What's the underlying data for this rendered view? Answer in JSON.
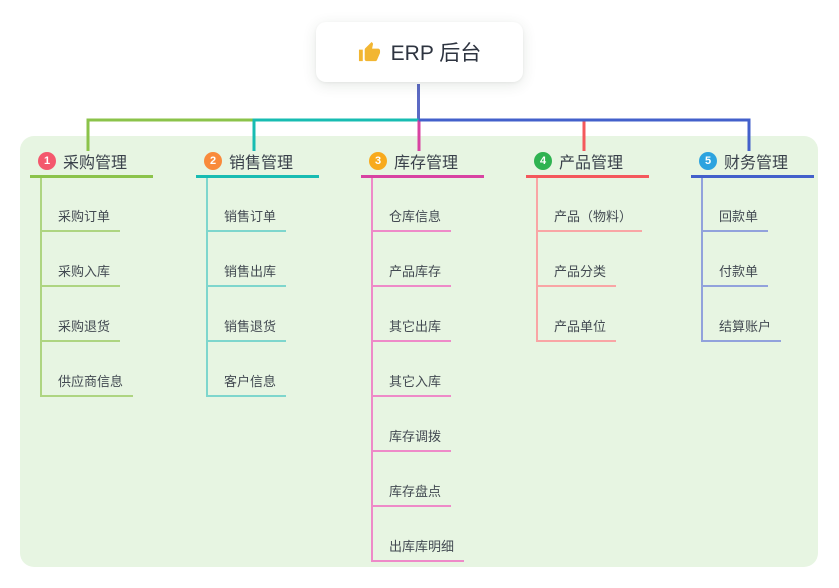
{
  "canvas": {
    "background": "#ffffff",
    "panel_color": "#e7f5e2"
  },
  "root": {
    "label": "ERP 后台",
    "icon": "thumbs-up-icon",
    "icon_color": "#f2b632",
    "text_color": "#2e3440",
    "trunk_line_color": "#5c6ac4"
  },
  "branches": [
    {
      "number": "1",
      "label": "采购管理",
      "badge_color": "#f4586d",
      "line_color": "#8bc34a",
      "child_line_color": "#aed581",
      "children": [
        "采购订单",
        "采购入库",
        "采购退货",
        "供应商信息"
      ]
    },
    {
      "number": "2",
      "label": "销售管理",
      "badge_color": "#f98a3b",
      "line_color": "#18bcb2",
      "child_line_color": "#7ed6cd",
      "children": [
        "销售订单",
        "销售出库",
        "销售退货",
        "客户信息"
      ]
    },
    {
      "number": "3",
      "label": "库存管理",
      "badge_color": "#f8aa1c",
      "line_color": "#d843a2",
      "child_line_color": "#ee8ac8",
      "children": [
        "仓库信息",
        "产品库存",
        "其它出库",
        "其它入库",
        "库存调拨",
        "库存盘点",
        "出库库明细"
      ]
    },
    {
      "number": "4",
      "label": "产品管理",
      "badge_color": "#2fb351",
      "line_color": "#f4585c",
      "child_line_color": "#f9a5a5",
      "children": [
        "产品（物料）",
        "产品分类",
        "产品单位"
      ]
    },
    {
      "number": "5",
      "label": "财务管理",
      "badge_color": "#2ca3df",
      "line_color": "#4360cb",
      "child_line_color": "#92a2dc",
      "children": [
        "回款单",
        "付款单",
        "结算账户"
      ]
    }
  ]
}
